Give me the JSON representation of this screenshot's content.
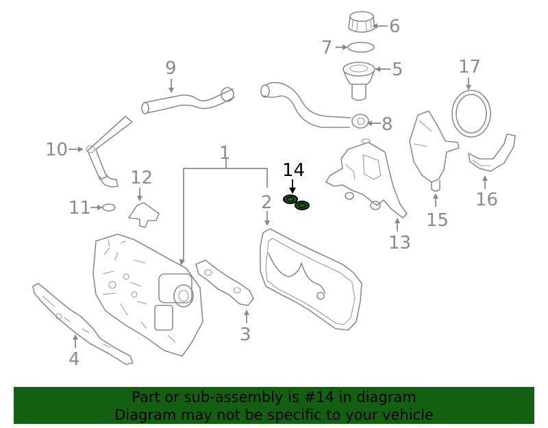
{
  "highlight_color": "#126010",
  "callouts": {
    "c1": "1",
    "c2": "2",
    "c3": "3",
    "c4": "4",
    "c5": "5",
    "c6": "6",
    "c7": "7",
    "c8": "8",
    "c9": "9",
    "c10": "10",
    "c11": "11",
    "c12": "12",
    "c13": "13",
    "c14": "14",
    "c15": "15",
    "c16": "16",
    "c17": "17"
  },
  "banner": {
    "line1": "Part or sub-assembly is #14 in diagram",
    "line2": "Diagram may not be specific to your vehicle"
  }
}
